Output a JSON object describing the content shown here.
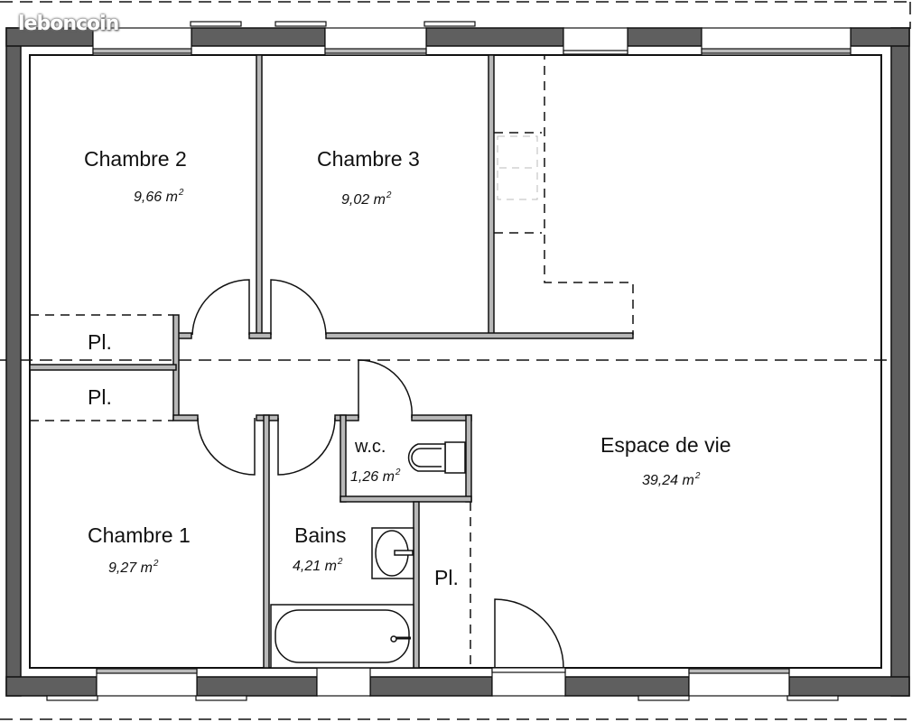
{
  "watermark": {
    "text": "leboncoin"
  },
  "plan": {
    "wall_color": "#5f5f5f",
    "partition_color": "#b8b8b8",
    "line_color": "#111111",
    "background": "#ffffff"
  },
  "rooms": [
    {
      "id": "chambre-2",
      "name": "Chambre 2",
      "area": "9,66 m",
      "unit_sup": "2"
    },
    {
      "id": "chambre-3",
      "name": "Chambre 3",
      "area": "9,02 m",
      "unit_sup": "2"
    },
    {
      "id": "chambre-1",
      "name": "Chambre 1",
      "area": "9,27 m",
      "unit_sup": "2"
    },
    {
      "id": "bains",
      "name": "Bains",
      "area": "4,21 m",
      "unit_sup": "2"
    },
    {
      "id": "wc",
      "name": "w.c.",
      "area": "1,26 m",
      "unit_sup": "2"
    },
    {
      "id": "espace-de-vie",
      "name": "Espace de vie",
      "area": "39,24 m",
      "unit_sup": "2"
    }
  ],
  "closets": [
    {
      "id": "placard-1",
      "label": "Pl."
    },
    {
      "id": "placard-2",
      "label": "Pl."
    },
    {
      "id": "placard-3",
      "label": "Pl."
    }
  ]
}
